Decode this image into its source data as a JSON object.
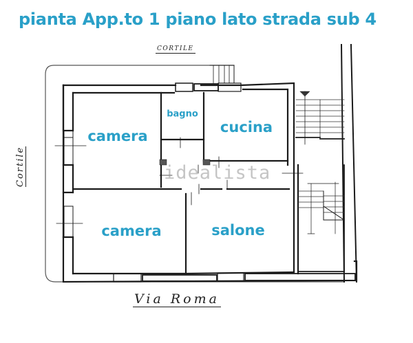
{
  "title": "pianta App.to 1 piano lato strada sub 4",
  "colors": {
    "label": "#2aa0c8",
    "wall": "#1a1a1a",
    "background": "#ffffff",
    "watermark": "#969696"
  },
  "rooms": [
    {
      "id": "camera-top",
      "label": "camera"
    },
    {
      "id": "bagno",
      "label": "bagno"
    },
    {
      "id": "cucina",
      "label": "cucina"
    },
    {
      "id": "camera-bottom",
      "label": "camera"
    },
    {
      "id": "salone",
      "label": "salone"
    }
  ],
  "annotations": {
    "top": "CORTILE",
    "left": "Cortile",
    "bottom": "Via Roma"
  },
  "watermark": "idealista"
}
